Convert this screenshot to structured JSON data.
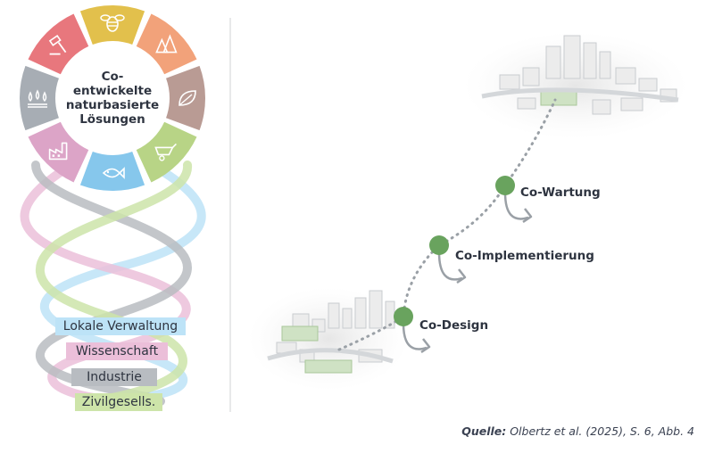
{
  "wheel": {
    "center_label": "Co-\nentwickelte\nnaturbasierte\nLösungen",
    "segments": [
      {
        "icon": "bee-icon",
        "color": "#e2c04c"
      },
      {
        "icon": "forest-icon",
        "color": "#f2a27a"
      },
      {
        "icon": "leaf-icon",
        "color": "#b99b94"
      },
      {
        "icon": "wheelbarrow-icon",
        "color": "#b8d486"
      },
      {
        "icon": "fish-icon",
        "color": "#86c7ec"
      },
      {
        "icon": "factory-icon",
        "color": "#dca4c7"
      },
      {
        "icon": "rain-icon",
        "color": "#a7adb4"
      },
      {
        "icon": "gavel-icon",
        "color": "#e8777d"
      }
    ]
  },
  "legend": [
    {
      "label": "Lokale Verwaltung",
      "color": "#bde3f7"
    },
    {
      "label": "Wissenschaft",
      "color": "#ebbfd9"
    },
    {
      "label": "Industrie",
      "color": "#b8bcc1"
    },
    {
      "label": "Zivilgesells.",
      "color": "#cde4a9"
    }
  ],
  "stages": [
    {
      "label": "Co-Design"
    },
    {
      "label": "Co-Implementierung"
    },
    {
      "label": "Co-Wartung"
    }
  ],
  "colors": {
    "stage_dot": "#69a35e",
    "path": "#9aa0a6",
    "text": "#2e3440"
  },
  "source": {
    "prefix": "Quelle:",
    "text": " Olbertz et al. (2025), S. 6, Abb. 4"
  }
}
